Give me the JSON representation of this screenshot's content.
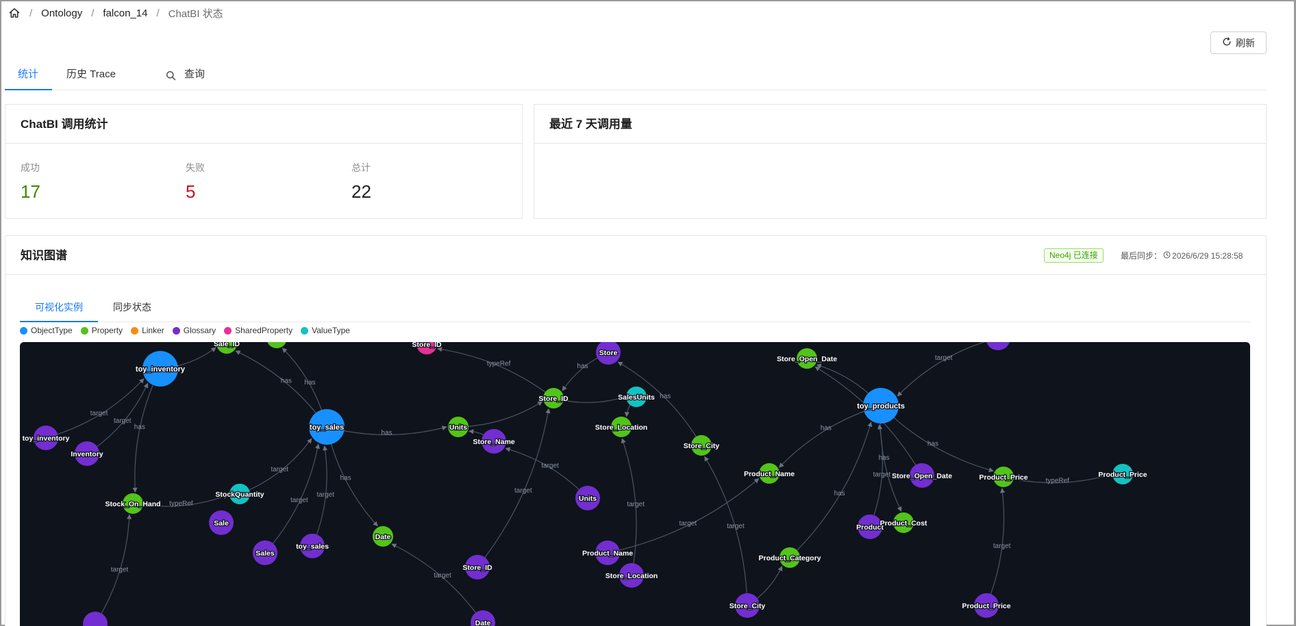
{
  "breadcrumb": {
    "items": [
      "Ontology",
      "falcon_14"
    ],
    "current": "ChatBI 状态"
  },
  "toolbar": {
    "refresh_label": "刷新"
  },
  "tabs": [
    {
      "label": "统计",
      "active": true
    },
    {
      "label": "历史 Trace",
      "active": false
    },
    {
      "label": "查询",
      "active": false
    }
  ],
  "stats_card": {
    "title": "ChatBI 调用统计",
    "success": {
      "label": "成功",
      "value": "17",
      "color": "#3f8600"
    },
    "failed": {
      "label": "失败",
      "value": "5",
      "color": "#cf1322"
    },
    "total": {
      "label": "总计",
      "value": "22",
      "color": "#1f1f1f"
    }
  },
  "week_card": {
    "title": "最近 7 天调用量"
  },
  "kg": {
    "title": "知识图谱",
    "status_badge": "Neo4j 已连接",
    "last_sync_label": "最后同步：",
    "last_sync_time": "2026/6/29 15:28:58",
    "subtabs": [
      {
        "label": "可视化实例",
        "active": true
      },
      {
        "label": "同步状态",
        "active": false
      }
    ],
    "legend": [
      {
        "label": "ObjectType",
        "color": "#1890ff"
      },
      {
        "label": "Property",
        "color": "#52c41a"
      },
      {
        "label": "Linker",
        "color": "#fa8c16"
      },
      {
        "label": "Glossary",
        "color": "#722ed1"
      },
      {
        "label": "SharedProperty",
        "color": "#eb2f96"
      },
      {
        "label": "ValueType",
        "color": "#13c2c2"
      }
    ]
  },
  "graph": {
    "nodes": [
      {
        "id": "n1",
        "label": "toy_inventory",
        "type": "ObjectType"
      },
      {
        "id": "n2",
        "label": "toy_sales",
        "type": "ObjectType"
      },
      {
        "id": "n3",
        "label": "toy_products",
        "type": "ObjectType"
      },
      {
        "id": "n4",
        "label": "Sale_ID",
        "type": "Property"
      },
      {
        "id": "n5",
        "label": "Store_ID",
        "type": "SharedProperty"
      },
      {
        "id": "n6",
        "label": "Store",
        "type": "Glossary"
      },
      {
        "id": "n7",
        "label": "Store_Open_Date",
        "type": "Property"
      },
      {
        "id": "n8",
        "label": "toy_inventory",
        "type": "Glossary"
      },
      {
        "id": "n9",
        "label": "Inventory",
        "type": "Glossary"
      },
      {
        "id": "n10",
        "label": "Units",
        "type": "Property"
      },
      {
        "id": "n11",
        "label": "Store_Name",
        "type": "Glossary"
      },
      {
        "id": "n12",
        "label": "Store_ID",
        "type": "Property"
      },
      {
        "id": "n13",
        "label": "SalesUnits",
        "type": "ValueType"
      },
      {
        "id": "n14",
        "label": "Store_Location",
        "type": "Property"
      },
      {
        "id": "n15",
        "label": "Store_City",
        "type": "Property"
      },
      {
        "id": "n16",
        "label": "Store_Open_Date",
        "type": "Glossary"
      },
      {
        "id": "n17",
        "label": "Product_Price",
        "type": "Property"
      },
      {
        "id": "n18",
        "label": "Product_Price",
        "type": "ValueType"
      },
      {
        "id": "n19",
        "label": "Stock_On_Hand",
        "type": "Property"
      },
      {
        "id": "n20",
        "label": "StockQuantity",
        "type": "ValueType"
      },
      {
        "id": "n21",
        "label": "Sale",
        "type": "Glossary"
      },
      {
        "id": "n22",
        "label": "Sales",
        "type": "Glossary"
      },
      {
        "id": "n23",
        "label": "toy_sales",
        "type": "Glossary"
      },
      {
        "id": "n24",
        "label": "Date",
        "type": "Property"
      },
      {
        "id": "n25",
        "label": "Units",
        "type": "Glossary"
      },
      {
        "id": "n26",
        "label": "Product_Name",
        "type": "Property"
      },
      {
        "id": "n27",
        "label": "Product",
        "type": "Glossary"
      },
      {
        "id": "n28",
        "label": "Product_Cost",
        "type": "Property"
      },
      {
        "id": "n29",
        "label": "Product_Name",
        "type": "Glossary"
      },
      {
        "id": "n30",
        "label": "Store_Location",
        "type": "Glossary"
      },
      {
        "id": "n31",
        "label": "Store_ID",
        "type": "Glossary"
      },
      {
        "id": "n32",
        "label": "Product_Category",
        "type": "Property"
      },
      {
        "id": "n33",
        "label": "Store_City",
        "type": "Glossary"
      },
      {
        "id": "n34",
        "label": "Product_Price",
        "type": "Glossary"
      },
      {
        "id": "n35",
        "label": "Date",
        "type": "Glossary"
      },
      {
        "id": "n36",
        "label": "",
        "type": "Glossary"
      },
      {
        "id": "n37",
        "label": "",
        "type": "Glossary"
      },
      {
        "id": "n38",
        "label": "",
        "type": "Property"
      }
    ],
    "edges": [
      {
        "from": "n1",
        "to": "n4",
        "label": ""
      },
      {
        "from": "n8",
        "to": "n1",
        "label": "target"
      },
      {
        "from": "n9",
        "to": "n1",
        "label": "target"
      },
      {
        "from": "n1",
        "to": "n19",
        "label": "has"
      },
      {
        "from": "n2",
        "to": "n4",
        "label": "has"
      },
      {
        "from": "n2",
        "to": "n10",
        "label": "has"
      },
      {
        "from": "n2",
        "to": "n24",
        "label": "has"
      },
      {
        "from": "n2",
        "to": "n38",
        "label": "has"
      },
      {
        "from": "n20",
        "to": "n2",
        "label": "target"
      },
      {
        "from": "n22",
        "to": "n2",
        "label": "target"
      },
      {
        "from": "n23",
        "to": "n2",
        "label": "target"
      },
      {
        "from": "n12",
        "to": "n5",
        "label": "typeRef"
      },
      {
        "from": "n11",
        "to": "n10",
        "label": ""
      },
      {
        "from": "n10",
        "to": "n12",
        "label": ""
      },
      {
        "from": "n12",
        "to": "n13",
        "label": ""
      },
      {
        "from": "n6",
        "to": "n12",
        "label": "has"
      },
      {
        "from": "n13",
        "to": "n14",
        "label": ""
      },
      {
        "from": "n19",
        "to": "n20",
        "label": "typeRef"
      },
      {
        "from": "n31",
        "to": "n12",
        "label": "target"
      },
      {
        "from": "n25",
        "to": "n11",
        "label": "target"
      },
      {
        "from": "n3",
        "to": "n7",
        "label": ""
      },
      {
        "from": "n3",
        "to": "n17",
        "label": "has"
      },
      {
        "from": "n3",
        "to": "n28",
        "label": "has"
      },
      {
        "from": "n3",
        "to": "n26",
        "label": "has"
      },
      {
        "from": "n16",
        "to": "n7",
        "label": "target"
      },
      {
        "from": "n27",
        "to": "n3",
        "label": "target"
      },
      {
        "from": "n32",
        "to": "n3",
        "label": "has"
      },
      {
        "from": "n17",
        "to": "n18",
        "label": "typeRef"
      },
      {
        "from": "n34",
        "to": "n17",
        "label": "target"
      },
      {
        "from": "n30",
        "to": "n14",
        "label": "target"
      },
      {
        "from": "n29",
        "to": "n26",
        "label": "target"
      },
      {
        "from": "n33",
        "to": "n15",
        "label": "target"
      },
      {
        "from": "n33",
        "to": "n32",
        "label": ""
      },
      {
        "from": "n35",
        "to": "n24",
        "label": "target"
      },
      {
        "from": "n36",
        "to": "n19",
        "label": "target"
      },
      {
        "from": "n37",
        "to": "n3",
        "label": "target"
      },
      {
        "from": "n15",
        "to": "n6",
        "label": "has"
      }
    ]
  }
}
